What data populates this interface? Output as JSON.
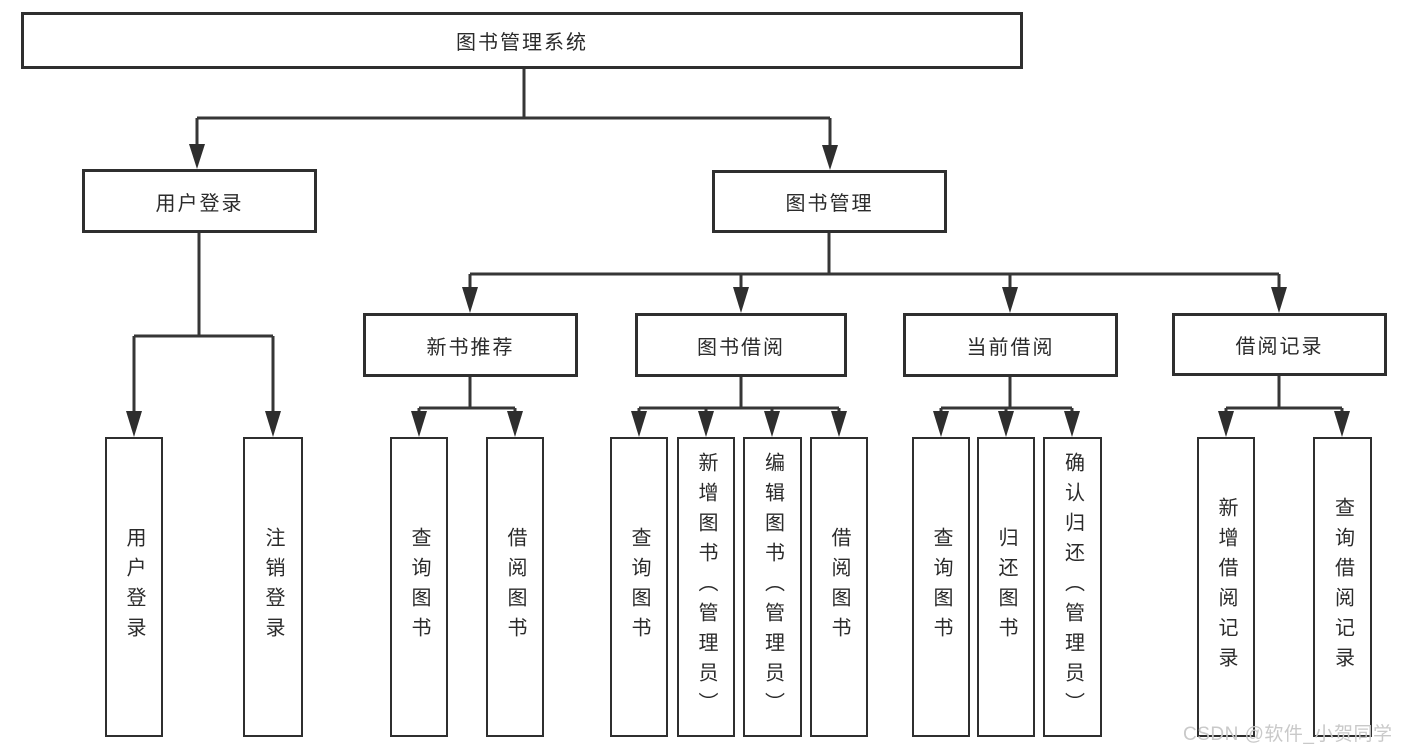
{
  "diagram": {
    "root": {
      "label": "图书管理系统"
    },
    "branches": [
      {
        "label": "用户登录",
        "children": [
          {
            "label": "用户登录"
          },
          {
            "label": "注销登录"
          }
        ]
      },
      {
        "label": "图书管理",
        "children": [
          {
            "label": "新书推荐",
            "children": [
              {
                "label": "查询图书"
              },
              {
                "label": "借阅图书"
              }
            ]
          },
          {
            "label": "图书借阅",
            "children": [
              {
                "label": "查询图书"
              },
              {
                "label": "新增图书（管理员）"
              },
              {
                "label": "编辑图书（管理员）"
              },
              {
                "label": "借阅图书"
              }
            ]
          },
          {
            "label": "当前借阅",
            "children": [
              {
                "label": "查询图书"
              },
              {
                "label": "归还图书"
              },
              {
                "label": "确认归还（管理员）"
              }
            ]
          },
          {
            "label": "借阅记录",
            "children": [
              {
                "label": "新增借阅记录"
              },
              {
                "label": "查询借阅记录"
              }
            ]
          }
        ]
      }
    ],
    "watermark": "CSDN @软件_小贺同学",
    "colors": {
      "line": "#363636",
      "box_border": "#2f2f2f",
      "box_fill": "#ffffff",
      "text": "#2b2b2b",
      "watermark": "#c9c9c9",
      "background": "#ffffff"
    }
  }
}
